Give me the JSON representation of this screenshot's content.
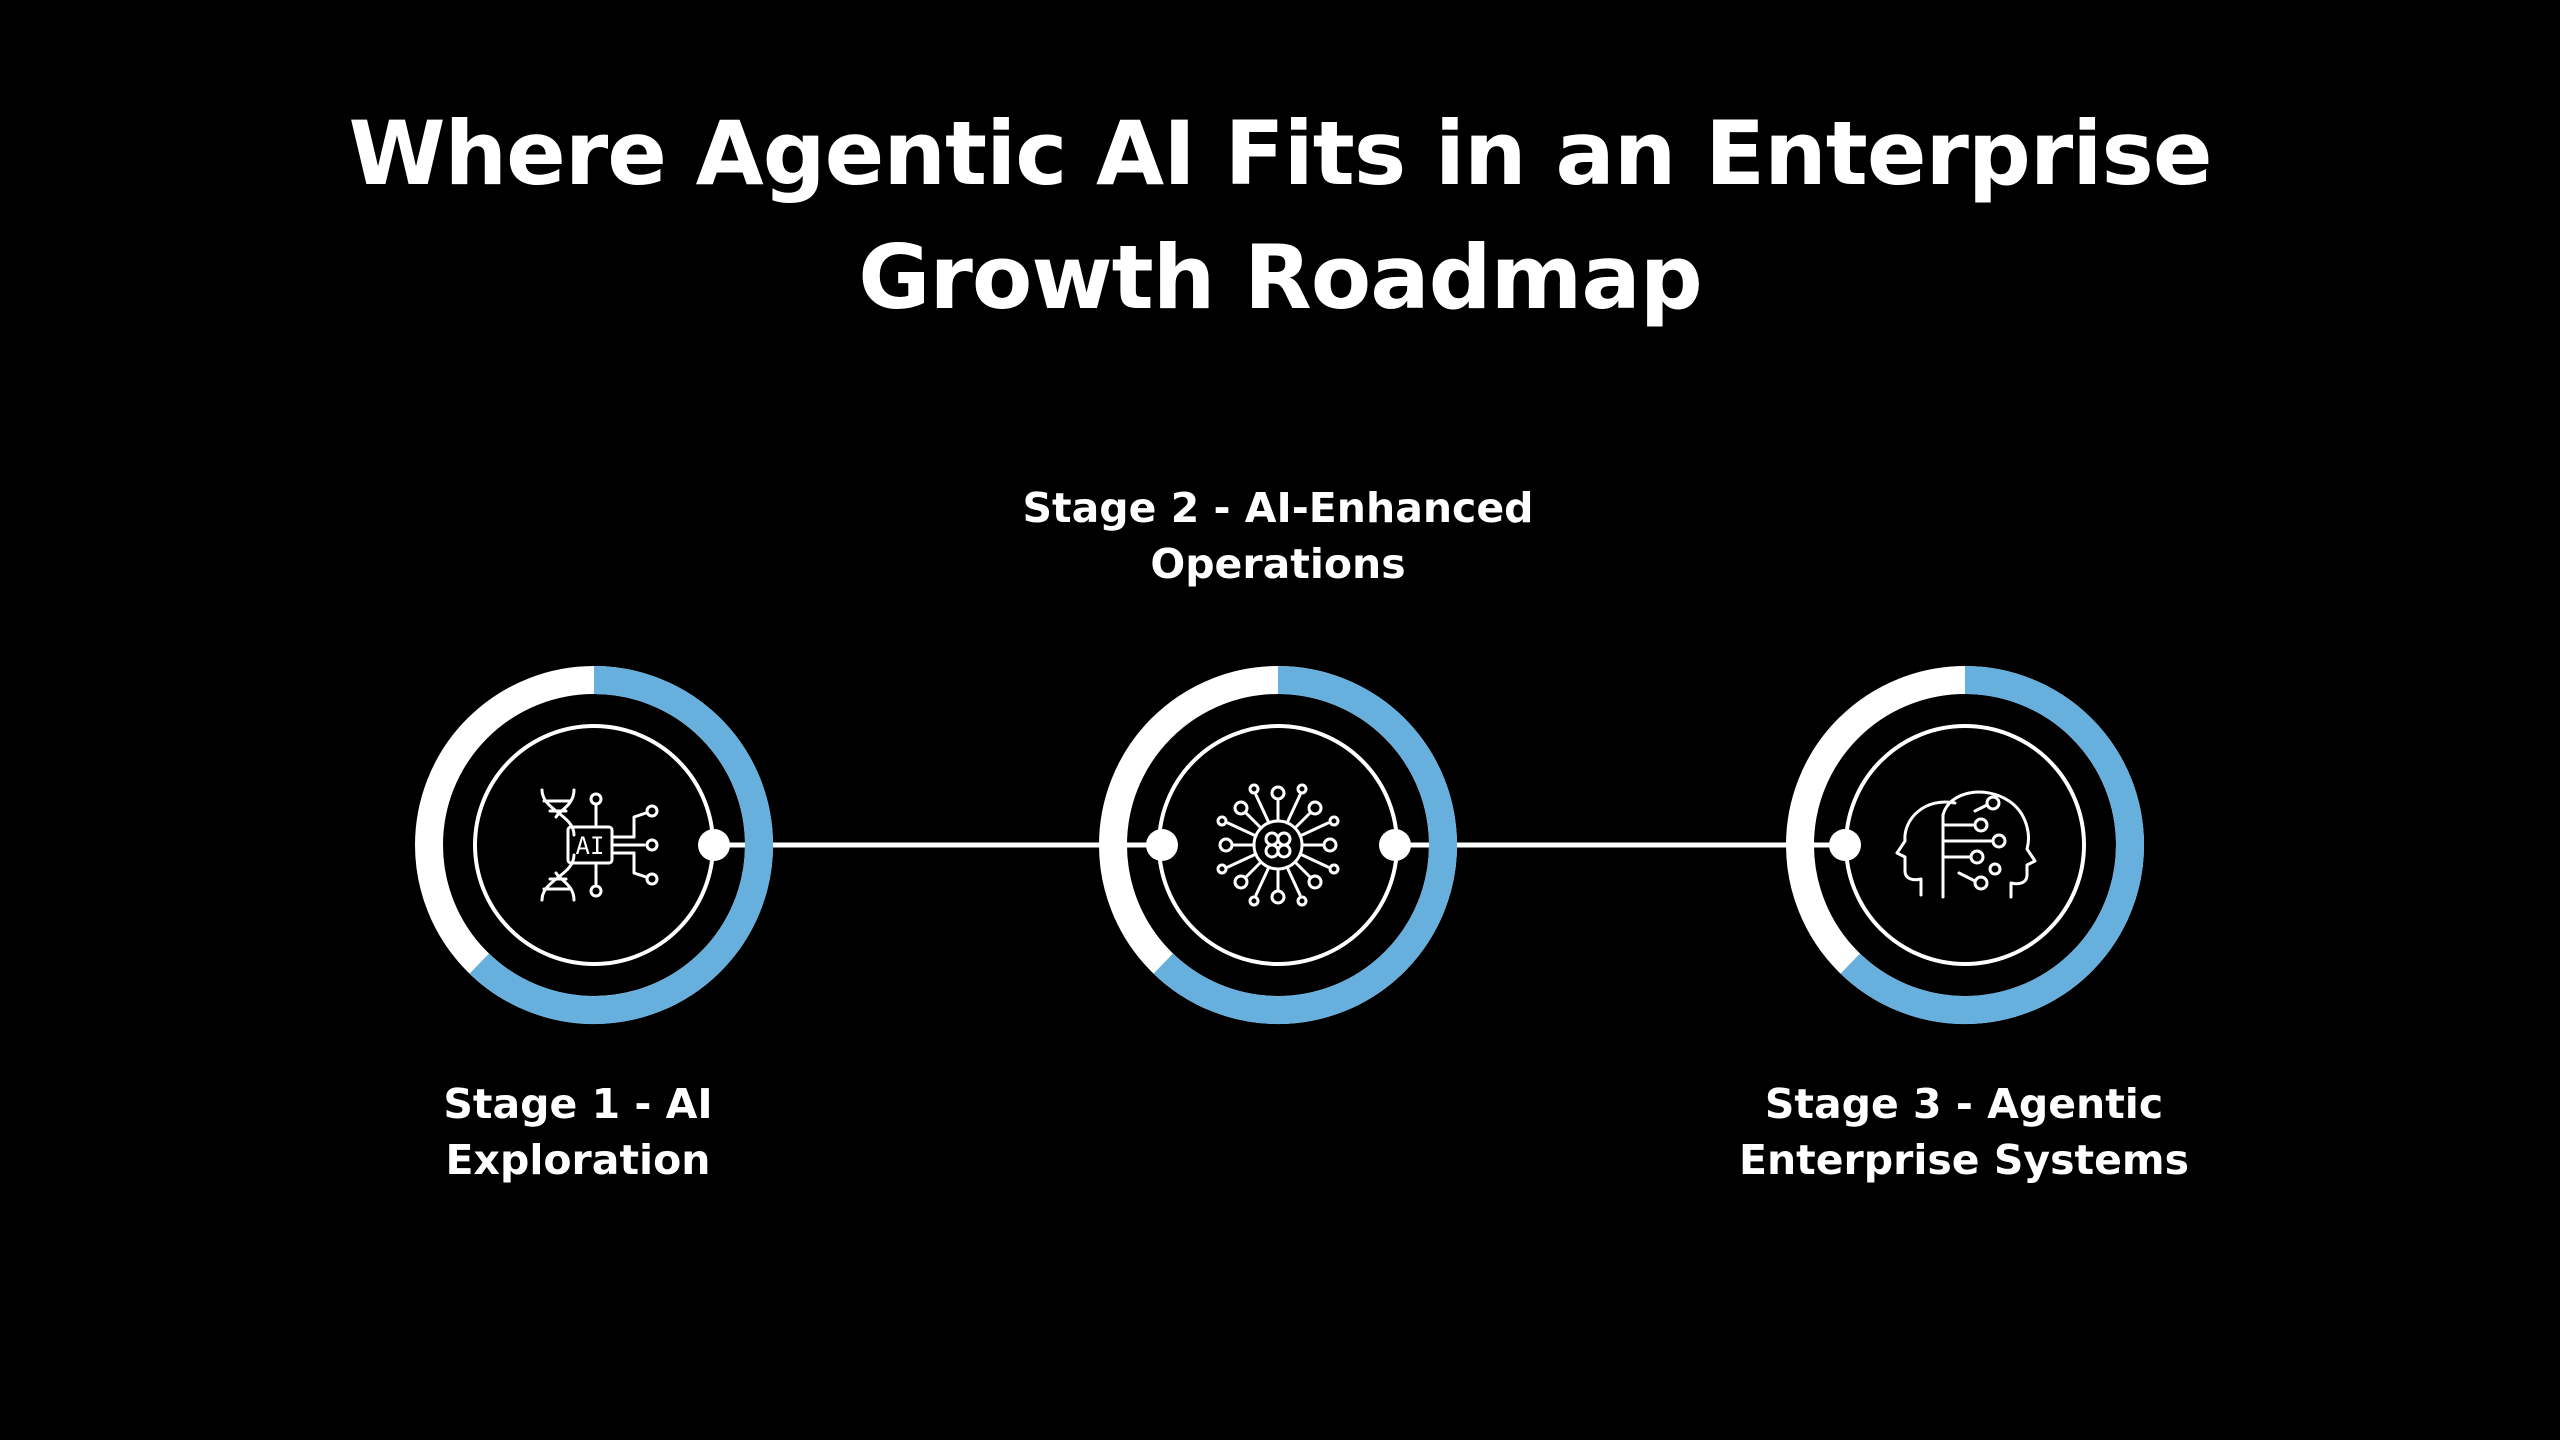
{
  "title": {
    "line1": "Where Agentic AI Fits in an Enterprise",
    "line2": "Growth Roadmap"
  },
  "colors": {
    "background": "#000000",
    "text": "#ffffff",
    "accent": "#67b0de"
  },
  "stages": [
    {
      "line1": "Stage 1 - AI",
      "line2": "Exploration",
      "icon": "dna-ai-chip-icon",
      "icon_text": "AI"
    },
    {
      "line1": "Stage 2 - AI-Enhanced",
      "line2": "Operations",
      "icon": "neural-network-icon"
    },
    {
      "line1": "Stage 3 - Agentic",
      "line2": "Enterprise Systems",
      "icon": "ai-head-profile-icon"
    }
  ]
}
